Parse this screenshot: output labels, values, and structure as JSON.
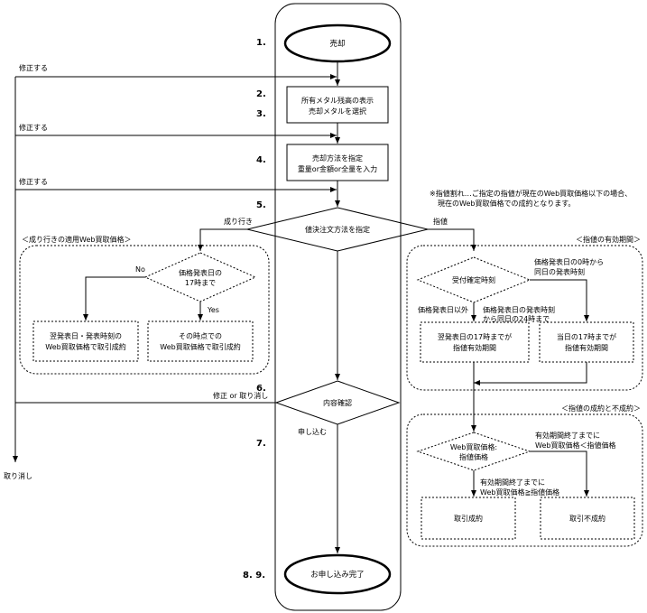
{
  "steps": {
    "s1": "1.",
    "s23a": "2.",
    "s23b": "3.",
    "s4": "4.",
    "s5": "5.",
    "s6": "6.",
    "s7": "7.",
    "s89": "8. 9."
  },
  "main": {
    "start": "売却",
    "box1": [
      "所有メタル残高の表示",
      "売却メタルを選択"
    ],
    "box2": [
      "売却方法を指定",
      "重量or金額or全量を入力"
    ],
    "decision_order": "値決注文方法を指定",
    "decision_confirm": "内容確認",
    "end": "お申し込み完了"
  },
  "side_labels": {
    "modify1": "修正する",
    "modify2": "修正する",
    "modify3": "修正する",
    "modify_or_cancel": "修正 or 取り消し",
    "cancel": "取り消し",
    "apply": "申し込む",
    "market_branch": "成り行き",
    "limit_branch": "指値"
  },
  "note": [
    "※指値割れ…ご指定の指値が現在のWeb買取価格以下の場合、",
    "現在のWeb買取価格での成約となります。"
  ],
  "market_section": {
    "title": "＜成り行きの適用Web買取価格＞",
    "decision": [
      "価格発表日の",
      "17時まで"
    ],
    "no": "No",
    "yes": "Yes",
    "box_left": [
      "翌発表日・発表時刻の",
      "Web買取価格で取引成約"
    ],
    "box_right": [
      "その時点での",
      "Web買取価格で取引成約"
    ]
  },
  "limit_section": {
    "title": "＜指値の有効期間＞",
    "decision": "受付確定時刻",
    "label_right": [
      "価格発表日の0時から",
      "同日の発表時刻"
    ],
    "label_left1": "価格発表日以外",
    "label_left2": [
      "価格発表日の発表時刻",
      "から同日の24時まで"
    ],
    "box_left": [
      "翌発表日の17時までが",
      "指値有効期間"
    ],
    "box_right": [
      "当日の17時までが",
      "指値有効期間"
    ]
  },
  "execution_section": {
    "title": "＜指値の成約と不成約＞",
    "decision": [
      "Web買取価格:",
      "指値価格"
    ],
    "label_right": [
      "有効期間終了までに",
      "Web買取価格＜指値価格"
    ],
    "label_left": [
      "有効期間終了までに",
      "Web買取価格≧指値価格"
    ],
    "box_left": "取引成約",
    "box_right": "取引不成約"
  }
}
